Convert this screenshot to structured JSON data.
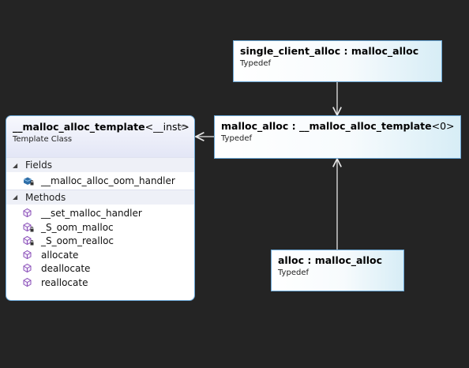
{
  "typedefs": {
    "single_client_alloc": {
      "name": "single_client_alloc : malloc_alloc",
      "kind": "Typedef"
    },
    "malloc_alloc": {
      "name_bold": "malloc_alloc : __malloc_alloc_template",
      "name_light": "<0>",
      "kind": "Typedef"
    },
    "alloc": {
      "name": "alloc : malloc_alloc",
      "kind": "Typedef"
    }
  },
  "class": {
    "name_bold": "__malloc_alloc_template",
    "name_light": "<__inst>",
    "kind": "Template Class",
    "collapse_glyph": "︽",
    "fields_label": "Fields",
    "fields": [
      {
        "name": "__malloc_alloc_oom_handler",
        "icon": "private-field-icon"
      }
    ],
    "methods_label": "Methods",
    "methods": [
      {
        "name": "__set_malloc_handler",
        "icon": "method-icon"
      },
      {
        "name": "_S_oom_malloc",
        "icon": "private-method-icon"
      },
      {
        "name": "_S_oom_realloc",
        "icon": "private-method-icon"
      },
      {
        "name": "allocate",
        "icon": "method-icon"
      },
      {
        "name": "deallocate",
        "icon": "method-icon"
      },
      {
        "name": "reallocate",
        "icon": "method-icon"
      }
    ]
  },
  "colors": {
    "background": "#242424",
    "border": "#6aa7d6",
    "connector": "#e6e6e6",
    "method_icon": "#8a4fb8",
    "field_icon": "#2f6fa8"
  }
}
